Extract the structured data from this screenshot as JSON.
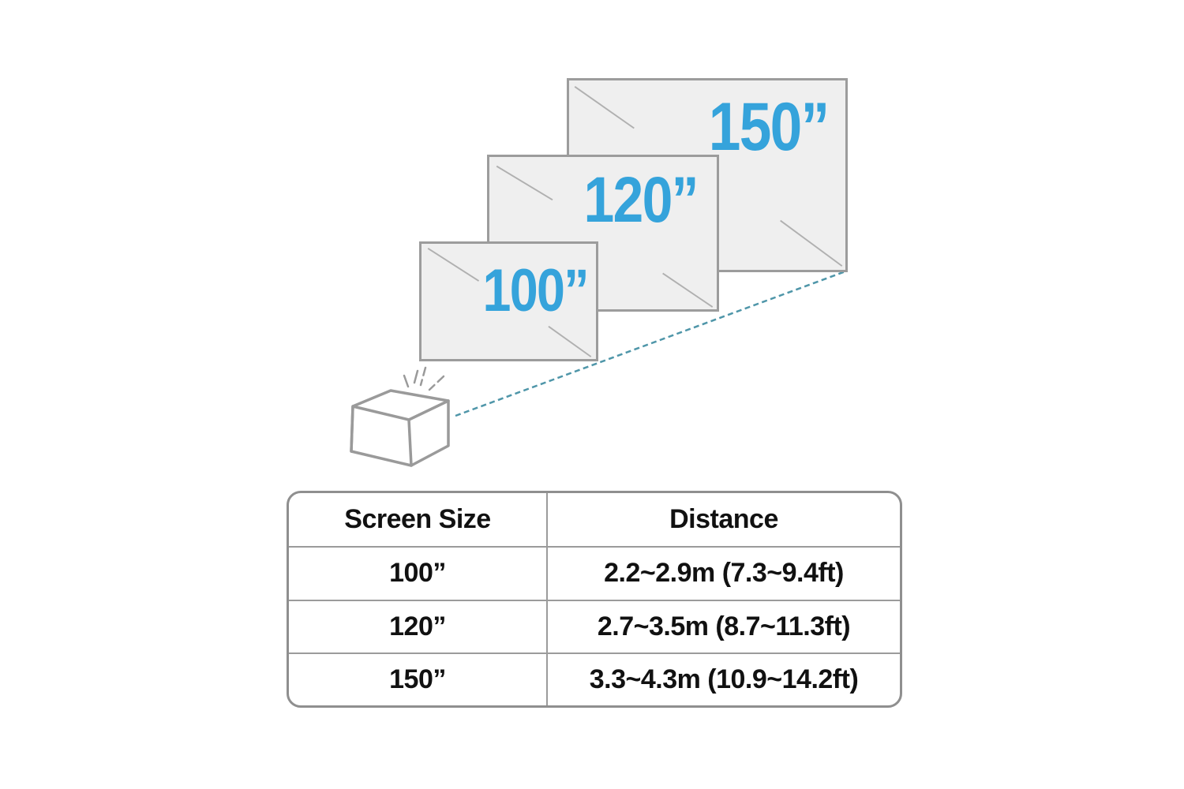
{
  "diagram": {
    "screens": [
      {
        "id": "screen-100",
        "label": "100”"
      },
      {
        "id": "screen-120",
        "label": "120”"
      },
      {
        "id": "screen-150",
        "label": "150”"
      }
    ],
    "colors": {
      "screen_fill": "#efefef",
      "screen_border": "#9c9c9c",
      "glare_line": "#b0b0b0",
      "label_blue": "#35a3db",
      "beam_teal": "#4f96a9",
      "projector_outline": "#9a9a9a",
      "table_text": "#111111"
    }
  },
  "table": {
    "headers": [
      "Screen Size",
      "Distance"
    ],
    "rows": [
      [
        "100”",
        "2.2~2.9m (7.3~9.4ft)"
      ],
      [
        "120”",
        "2.7~3.5m (8.7~11.3ft)"
      ],
      [
        "150”",
        "3.3~4.3m (10.9~14.2ft)"
      ]
    ]
  },
  "chart_data": {
    "type": "table",
    "columns": [
      "Screen Size",
      "Distance"
    ],
    "rows": [
      [
        "100”",
        "2.2~2.9m (7.3~9.4ft)"
      ],
      [
        "120”",
        "2.7~3.5m (8.7~11.3ft)"
      ],
      [
        "150”",
        "3.3~4.3m (10.9~14.2ft)"
      ]
    ]
  }
}
